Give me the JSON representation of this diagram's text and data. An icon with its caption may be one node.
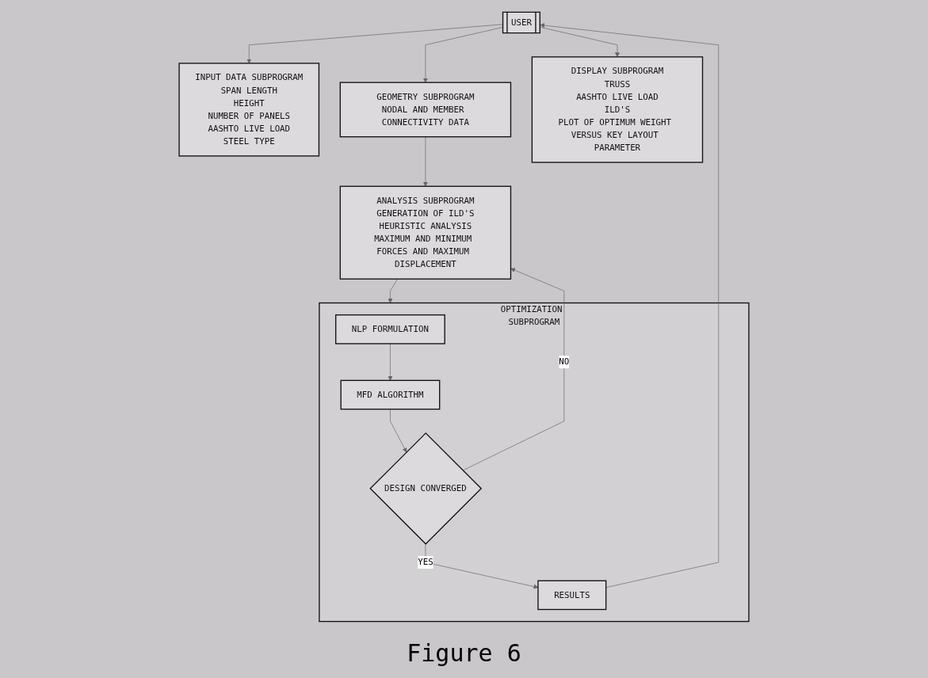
{
  "diagram": {
    "caption": "Figure 6",
    "nodes": [
      {
        "text": [
          "USER"
        ]
      },
      {
        "text": [
          "INPUT DATA SUBPROGRAM",
          "SPAN LENGTH",
          "HEIGHT",
          "NUMBER OF PANELS",
          "AASHTO LIVE LOAD",
          "STEEL TYPE"
        ]
      },
      {
        "text": [
          "GEOMETRY SUBPROGRAM",
          "NODAL AND MEMBER CONNECTIVITY DATA"
        ]
      },
      {
        "text": [
          "OPTIMIZATION SUBPROGRAM"
        ]
      },
      {
        "text": [
          "NLP FORMULATION"
        ],
        "in": 3
      },
      {
        "text": [
          "MFD ALGORITHM"
        ],
        "in": 3
      },
      {
        "text": [
          "ANALYSIS SUBPROGRAM",
          "GENERATION OF ILD'S",
          "HEURISTIC ANALYSIS",
          "MAXIMUM AND MINIMUM FORCES AND MAXIMUM DISPLACEMENT"
        ]
      },
      {
        "text": [
          "DESIGN CONVERGED"
        ],
        "in": 3
      },
      {
        "text": [
          "RESULTS"
        ],
        "in": 3
      },
      {
        "text": [
          "DISPLAY SUBPROGRAM",
          "TRUSS",
          "AASHTO LIVE LOAD",
          "ILD'S",
          "PLOT OF OPTIMUM WEIGHT VERSUS KEY LAYOUT PARAMETER"
        ]
      }
    ],
    "edges": [
      {
        "from": 0,
        "to": 1,
        "arrow": "to"
      },
      {
        "from": 0,
        "to": 2,
        "arrow": "to"
      },
      {
        "from": 0,
        "to": 9,
        "arrow": "to"
      },
      {
        "from": 2,
        "to": 6,
        "arrow": "to"
      },
      {
        "from": 4,
        "to": 5,
        "arrow": "to"
      },
      {
        "from": 5,
        "to": 7,
        "arrow": "to"
      },
      {
        "from": 7,
        "to": 6,
        "arrow": "to",
        "label": "NO"
      },
      {
        "from": 7,
        "to": 8,
        "arrow": "to",
        "label": "YES"
      },
      {
        "from": 8,
        "to": 0,
        "arrow": "to"
      },
      {
        "from": 6,
        "to": 3,
        "arrow": "to"
      }
    ]
  }
}
